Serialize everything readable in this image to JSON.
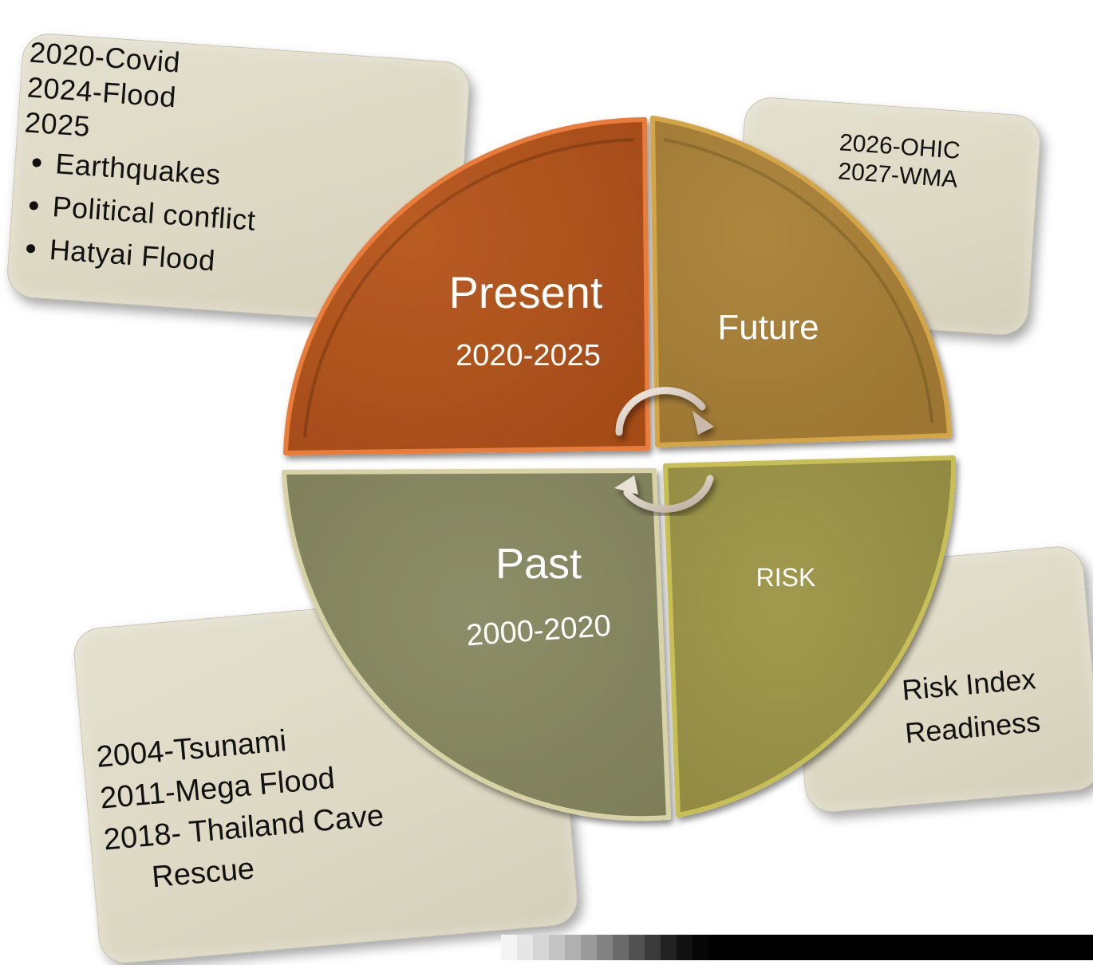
{
  "quadrants": {
    "present": {
      "label": "Present",
      "years": "2020-2025",
      "color": "#b0541f"
    },
    "future": {
      "label": "Future",
      "color": "#a67e38"
    },
    "past": {
      "label": "Past",
      "years": "2000-2020",
      "color": "#868762"
    },
    "risk": {
      "label": "RISK",
      "color": "#9b9148"
    }
  },
  "notes": {
    "present": {
      "lines": [
        "2020-Covid",
        "2024-Flood",
        "2025"
      ],
      "bullets": [
        "Earthquakes",
        "Political conflict",
        "Hatyai Flood"
      ]
    },
    "future": {
      "lines": [
        "2026-OHIC",
        "2027-WMA"
      ]
    },
    "past": {
      "lines": [
        "2004-Tsunami",
        "2011-Mega Flood",
        "2018- Thailand Cave",
        "Rescue"
      ]
    },
    "risk": {
      "lines": [
        "Risk Index",
        "Readiness"
      ]
    }
  },
  "cycle_icon": "circular-arrows-icon"
}
